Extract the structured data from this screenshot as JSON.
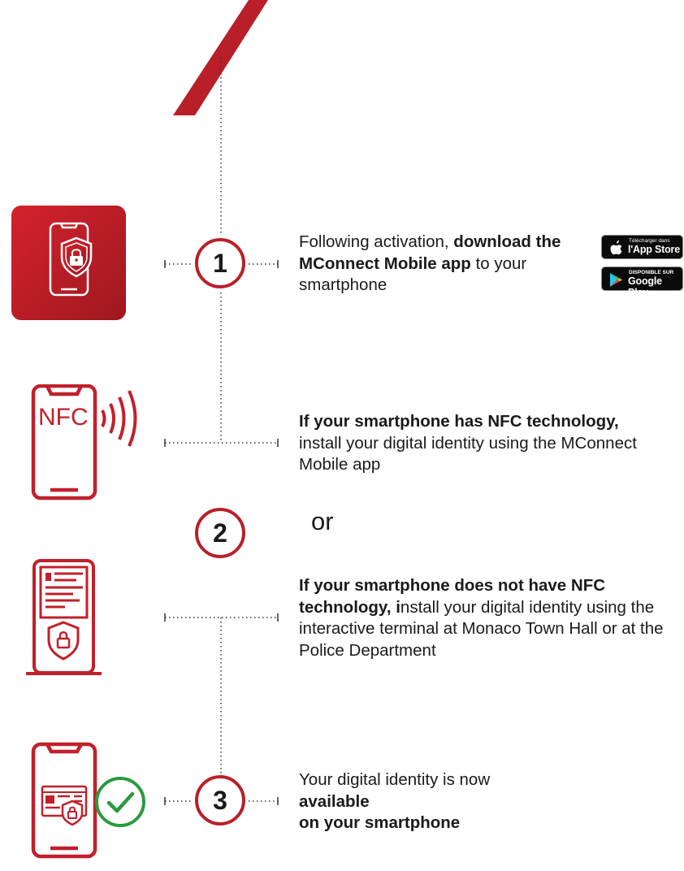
{
  "colors": {
    "accent_red": "#c1202b",
    "check_green": "#2a9a3f",
    "text": "#1a1a1a"
  },
  "steps": [
    {
      "number": "1",
      "icon": "phone-shield-lock-icon",
      "text_regular_1": "Following activation, ",
      "text_bold_1": "download the MConnect Mobile app",
      "text_regular_2": " to your smartphone"
    },
    {
      "number": "2",
      "options": [
        {
          "icon": "phone-nfc-icon",
          "icon_label": "NFC",
          "text_bold": "If your smartphone has NFC technology,",
          "text_regular": " install your digital identity using the MConnect Mobile app"
        },
        {
          "icon": "interactive-terminal-icon",
          "text_bold_1": "If your smartphone does not have NFC technology, ",
          "text_bold_2": "i",
          "text_regular": "nstall your digital identity using the interactive terminal at Monaco Town Hall or at the Police Department"
        }
      ],
      "separator": "or"
    },
    {
      "number": "3",
      "icon": "phone-id-card-check-icon",
      "text_regular": "Your digital identity is now ",
      "text_bold_1": "available",
      "text_bold_2": "on your smartphone"
    }
  ],
  "store_badges": {
    "app_store": {
      "small": "Télécharger dans",
      "big": "l'App Store",
      "icon": "apple-icon"
    },
    "google_play": {
      "small": "DISPONIBLE SUR",
      "big": "Google Play",
      "icon": "google-play-icon"
    }
  }
}
